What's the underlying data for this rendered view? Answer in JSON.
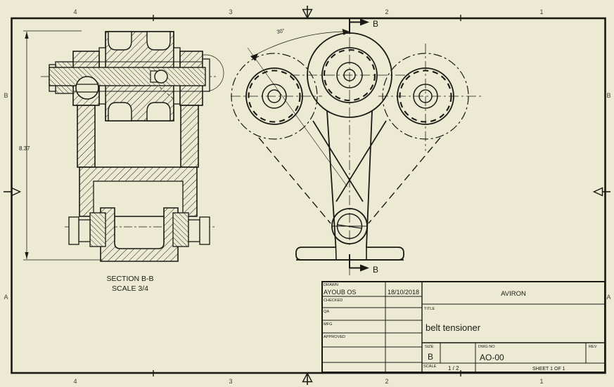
{
  "colors": {
    "paper": "#ECEAD3",
    "line": "#1a1a14",
    "zone_text": "#3f3f30"
  },
  "zones": {
    "top": [
      "4",
      "3",
      "2",
      "1"
    ],
    "bottom": [
      "4",
      "3",
      "2",
      "1"
    ],
    "left": [
      "B",
      "A"
    ],
    "right": [
      "B",
      "A"
    ]
  },
  "section_view": {
    "dimension": "8.37",
    "caption": "SECTION B-B",
    "caption_scale": "SCALE 3/4"
  },
  "front_view": {
    "angle_dimension": "30°",
    "section_label_top": "B",
    "section_label_bottom": "B"
  },
  "title_block": {
    "drawn_label": "DRAWN",
    "drawn_name": "AYOUB OS",
    "drawn_date": "18/10/2018",
    "checked_label": "CHECKED",
    "qa_label": "QA",
    "mfg_label": "MFG",
    "approved_label": "APPROVED",
    "company": "AVIRON",
    "title_label": "TITLE",
    "title": "belt tensioner",
    "size_label": "SIZE",
    "size_value": "B",
    "dwg_label": "DWG NO",
    "dwg_no": "AO-00",
    "rev_label": "REV",
    "scale_label": "SCALE",
    "scale_value": "1 / 2",
    "sheet_info": "SHEET 1  OF 1"
  }
}
